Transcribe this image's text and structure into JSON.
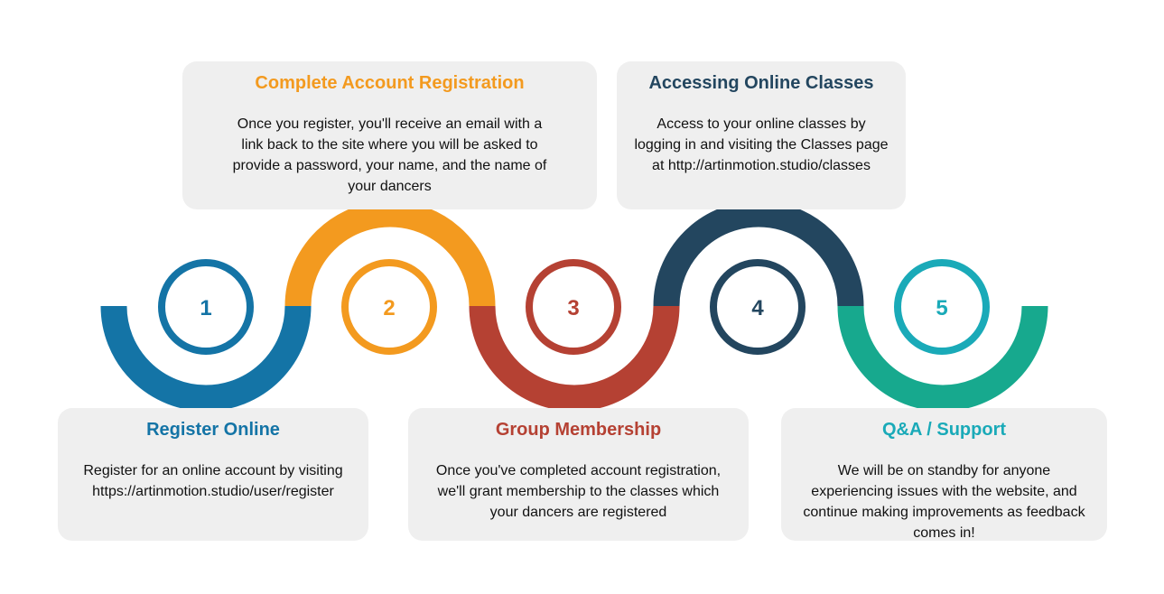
{
  "colors": {
    "step1": "#1474a6",
    "step2": "#f39a1f",
    "step3": "#b54133",
    "step4": "#23465f",
    "step5a": "#1aaab8",
    "step5b": "#17a98e",
    "card_bg": "#efefef"
  },
  "steps": [
    {
      "number": "1",
      "title": "Register Online",
      "body": "Register for an online account by visiting https://artinmotion.studio/user/register"
    },
    {
      "number": "2",
      "title": "Complete Account Registration",
      "body": "Once you register, you'll receive an email with a link back to the site where you will be asked to provide a password, your name, and the name of your dancers"
    },
    {
      "number": "3",
      "title": "Group Membership",
      "body": "Once you've completed account registration, we'll grant membership to the classes which your dancers are registered"
    },
    {
      "number": "4",
      "title": "Accessing Online Classes",
      "body": "Access to your online classes by logging in and visiting the Classes page at http://artinmotion.studio/classes"
    },
    {
      "number": "5",
      "title": "Q&A / Support",
      "body": "We will be on standby for anyone experiencing issues with the website, and continue making improvements as feedback comes in!"
    }
  ]
}
